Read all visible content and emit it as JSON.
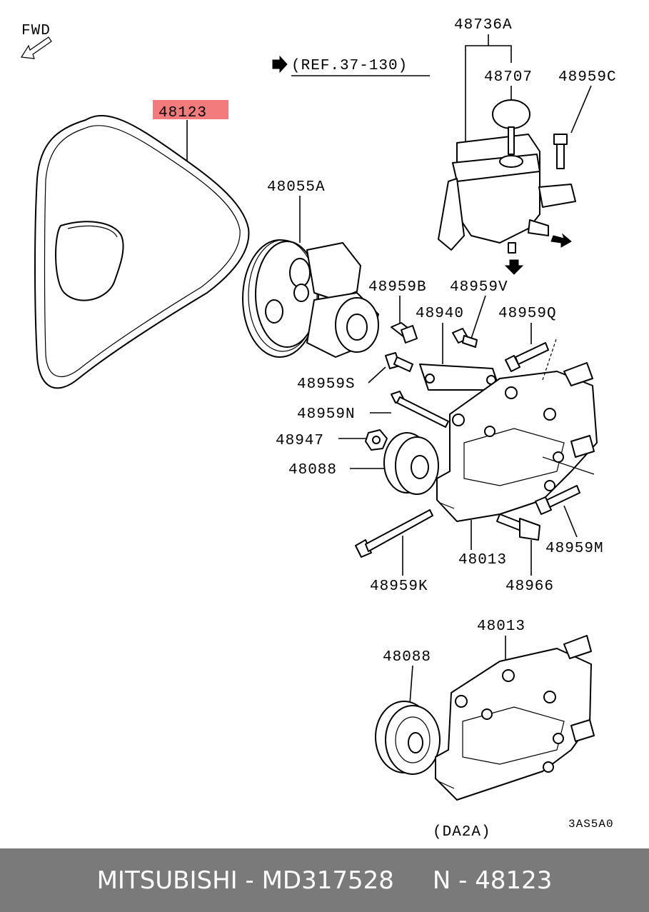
{
  "diagram": {
    "direction_label": "FWD",
    "reference": "(REF.37-130)",
    "highlight_color": "#f47b7b",
    "part_labels": {
      "belt": "48123",
      "reservoir_assy": "48736A",
      "cap": "48707",
      "bolt_c": "48959C",
      "pump": "48055A",
      "bolt_b": "48959B",
      "bolt_v": "48959V",
      "stay": "48940",
      "bolt_q": "48959Q",
      "bolt_s": "48959S",
      "bolt_n": "48959N",
      "nut": "48947",
      "pulley": "48088",
      "bracket": "48013",
      "bolt_m": "48959M",
      "bolt_k": "48959K",
      "bolt_966": "48966",
      "pulley_2": "48088",
      "bracket_2": "48013"
    },
    "variant_label": "(DA2A)",
    "diagram_code": "3AS5A0"
  },
  "footer": {
    "caption": "MITSUBISHI - MD317528     N - 48123"
  }
}
